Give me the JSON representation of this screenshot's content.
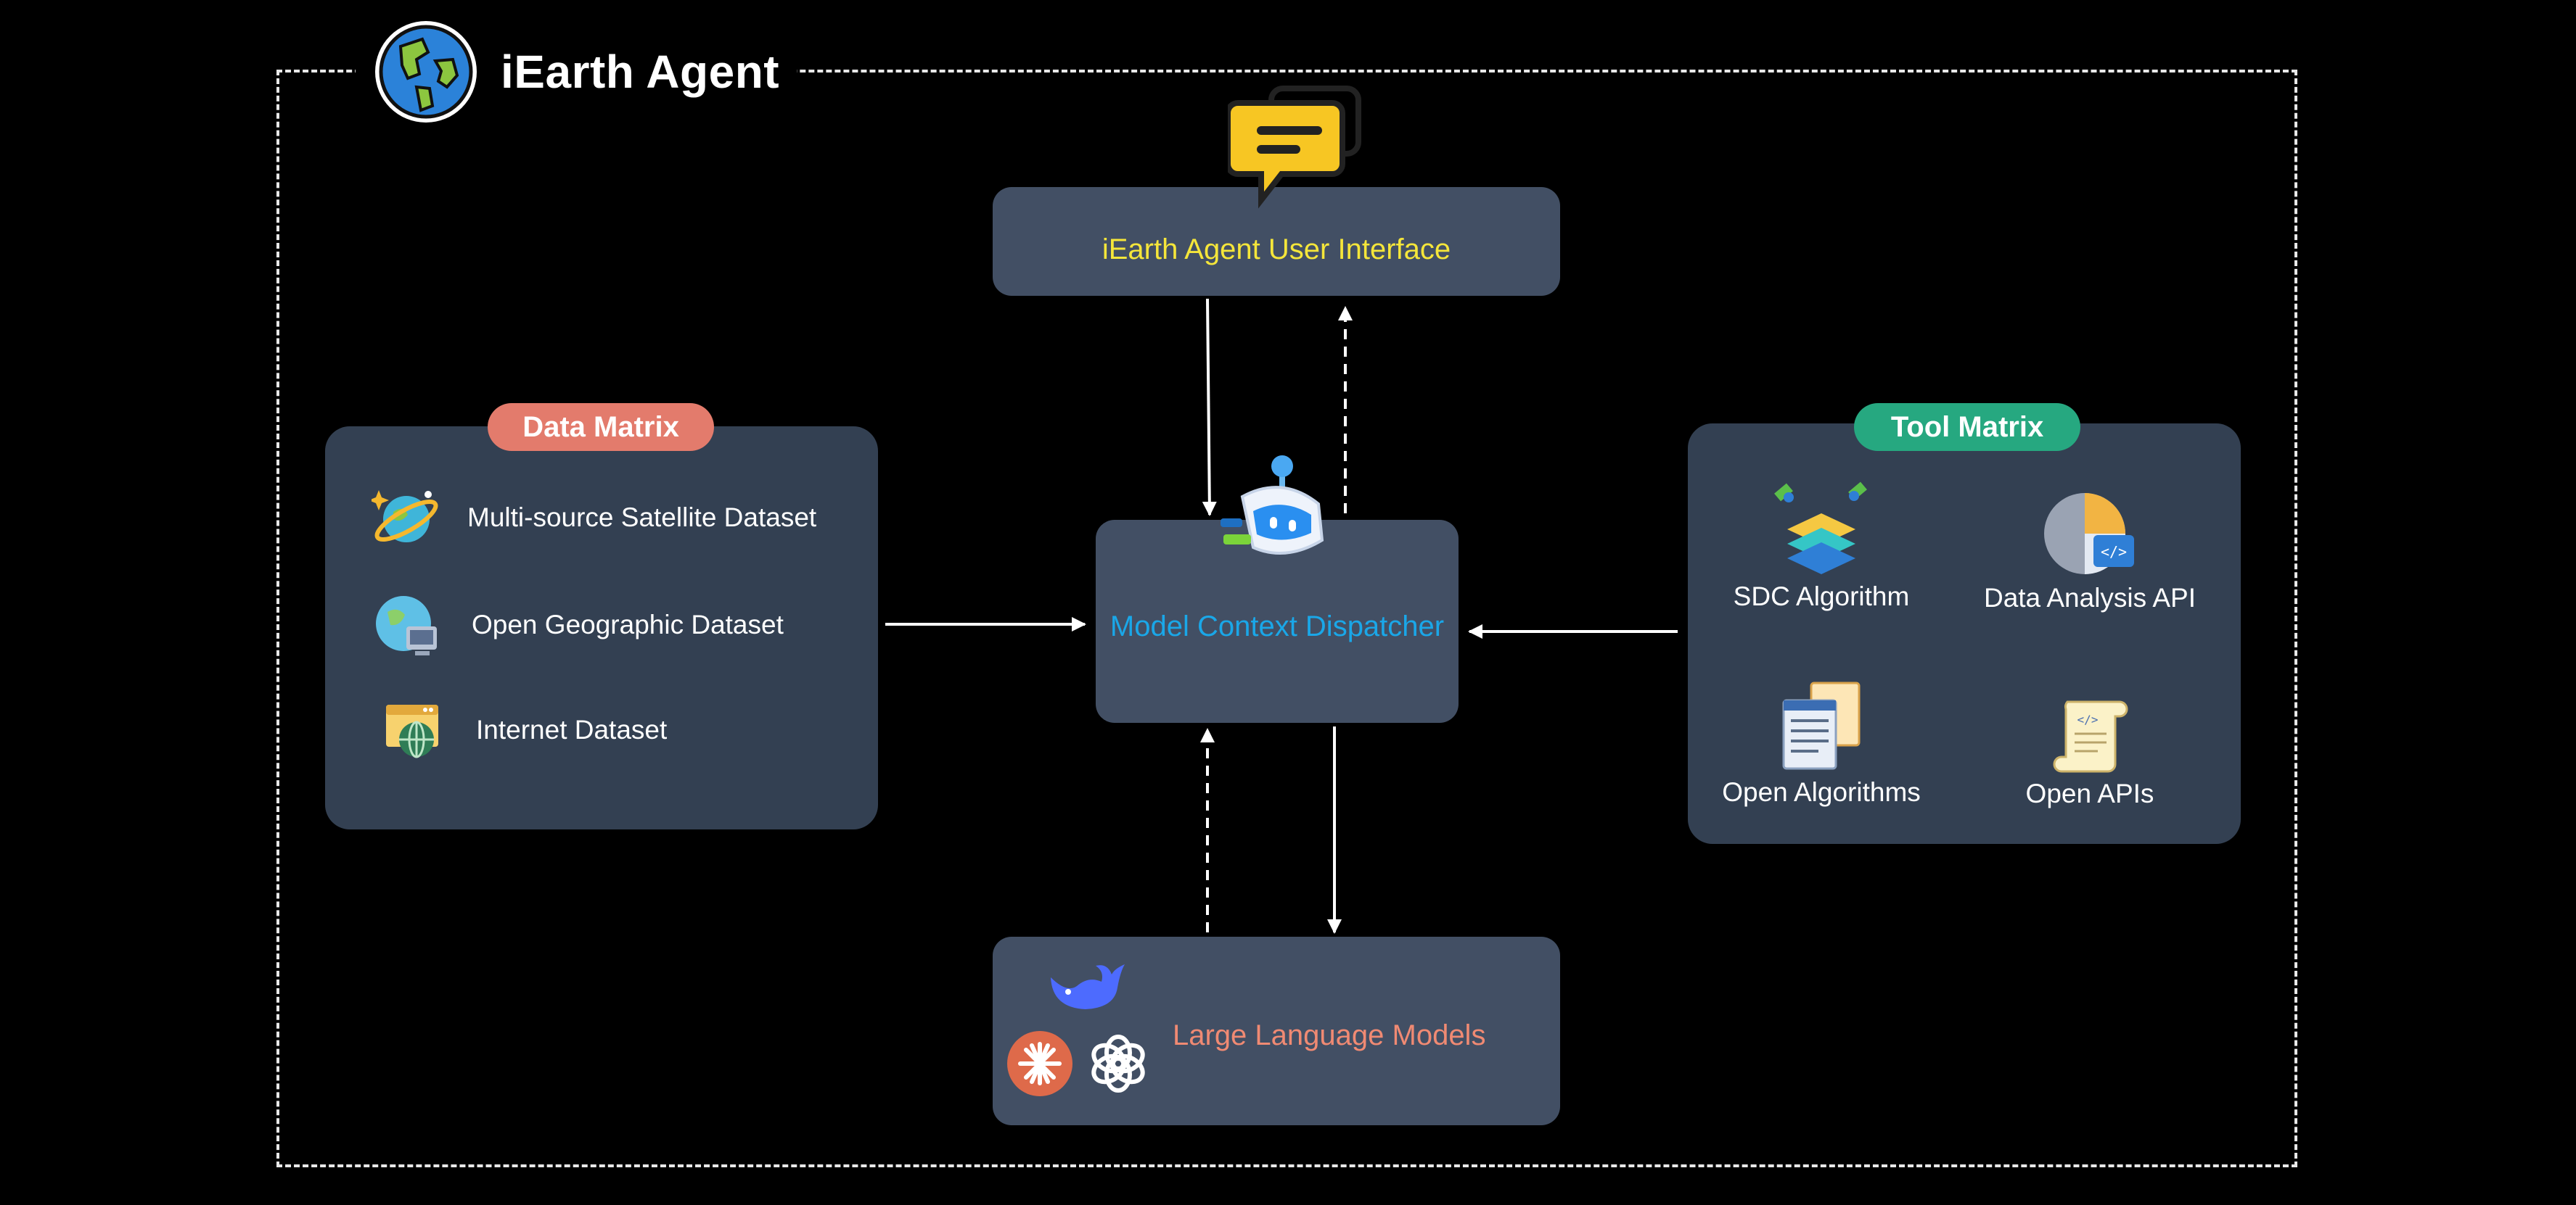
{
  "header": {
    "title": "iEarth Agent",
    "logo_icon": "globe-icon"
  },
  "user_interface": {
    "label": "iEarth Agent User Interface",
    "icon": "chat-bubble-icon",
    "label_color": "#f5e63a"
  },
  "dispatcher": {
    "label": "Model Context Dispatcher",
    "icon": "robot-icon",
    "label_color": "#1aa7e8"
  },
  "llm": {
    "label": "Large Language Models",
    "label_color": "#f08a73",
    "icons": [
      "whale-icon",
      "starburst-icon",
      "spiral-icon"
    ]
  },
  "data_matrix": {
    "title": "Data Matrix",
    "title_color": "#e37b6c",
    "items": [
      {
        "label": "Multi-source Satellite Dataset",
        "icon": "planet-satellite-icon"
      },
      {
        "label": "Open Geographic Dataset",
        "icon": "globe-computer-icon"
      },
      {
        "label": "Internet Dataset",
        "icon": "web-window-icon"
      }
    ]
  },
  "tool_matrix": {
    "title": "Tool Matrix",
    "title_color": "#26a880",
    "items": [
      {
        "label": "SDC Algorithm",
        "icon": "satellite-layers-icon"
      },
      {
        "label": "Data Analysis API",
        "icon": "analysis-api-icon"
      },
      {
        "label": "Open Algorithms",
        "icon": "documents-icon"
      },
      {
        "label": "Open APIs",
        "icon": "code-scroll-icon"
      }
    ]
  }
}
